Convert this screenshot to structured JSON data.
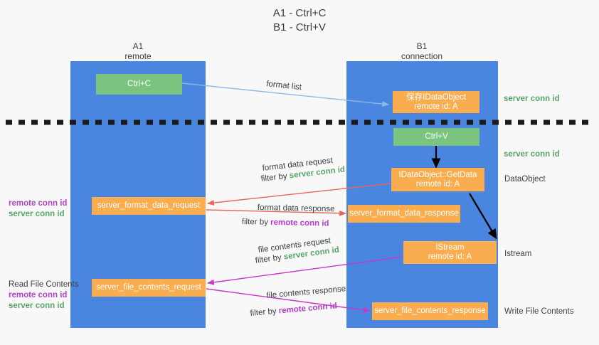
{
  "title": {
    "line1": "A1 - Ctrl+C",
    "line2": "B1 - Ctrl+V"
  },
  "colors": {
    "column": "#4a86e0",
    "green_box": "#7bc47f",
    "orange_box": "#f9ad4e",
    "server_conn_id": "#5aa469",
    "remote_conn_id": "#b43fc8",
    "format_arrow": "#8ab9e8",
    "data_arrow": "#e8645a",
    "file_arrow": "#c838c8",
    "flow_arrow": "#000000",
    "divider": "#1a1a1a",
    "background": "#f8f8f8"
  },
  "columns": [
    {
      "name": "A1",
      "sub": "remote"
    },
    {
      "name": "B1",
      "sub": "connection"
    }
  ],
  "boxes": {
    "ctrl_c": {
      "line1": "Ctrl+C"
    },
    "ctrl_v": {
      "line1": "Ctrl+V"
    },
    "save_idataobject": {
      "line1": "保存IDataObject",
      "line2": "remote id: A"
    },
    "getdata": {
      "line1": "IDataObject::GetData",
      "line2": "remote id: A"
    },
    "istream": {
      "line1": "IStream",
      "line2": "remote id: A"
    },
    "server_format_data_request": {
      "line1": "server_format_data_request"
    },
    "server_format_data_response": {
      "line1": "server_format_data_response"
    },
    "server_file_contents_request": {
      "line1": "server_file_contents_request"
    },
    "server_file_contents_response": {
      "line1": "server_file_contents_response"
    }
  },
  "arrow_labels": {
    "format_list": "format list",
    "format_data_request": "format data request",
    "format_data_request_filter_pre": "filter by ",
    "format_data_request_filter_key": "server conn id",
    "format_data_response": "format data response",
    "format_data_response_filter_pre": "filter by ",
    "format_data_response_filter_key": "remote conn id",
    "file_contents_request": "file contents request",
    "file_contents_request_filter_pre": "filter by ",
    "file_contents_request_filter_key": "server conn id",
    "file_contents_response": "file contents response",
    "file_contents_response_filter_pre": "filter by ",
    "file_contents_response_filter_key": "remote conn id"
  },
  "right_labels": {
    "server_conn_id_top": "server conn id",
    "server_conn_id_mid": "server conn id",
    "dataobject": "DataObject",
    "istream": "Istream",
    "write_file_contents": "Write File Contents"
  },
  "left_labels": {
    "remote_conn_id_1": "remote conn id",
    "server_conn_id_1": "server conn id",
    "read_file_contents": "Read File Contents",
    "remote_conn_id_2": "remote conn id",
    "server_conn_id_2": "server conn id"
  }
}
